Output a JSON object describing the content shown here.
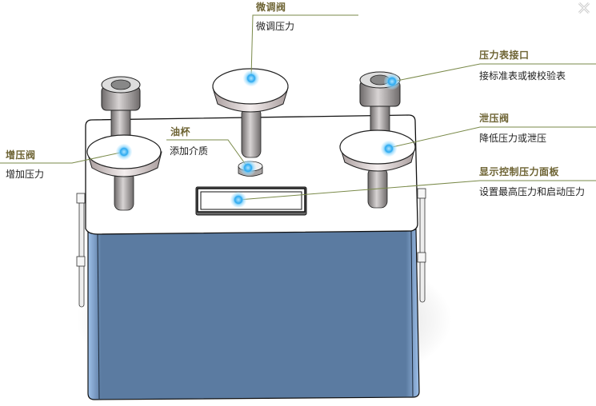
{
  "window": {
    "close_icon": "close-icon"
  },
  "colors": {
    "label_title": "#6e6434",
    "leader_line": "#7a8a4a",
    "hotspot": "#3db4f2",
    "body_blue": "#5a7aa0",
    "top_panel": "#ffffff"
  },
  "callouts": [
    {
      "id": "fine-valve",
      "title": "微调阀",
      "description": "微调压力"
    },
    {
      "id": "gauge-port",
      "title": "压力表接口",
      "description": "接标准表或被校验表"
    },
    {
      "id": "booster-valve",
      "title": "增压阀",
      "description": "增加压力"
    },
    {
      "id": "oil-cup",
      "title": "油杯",
      "description": "添加介质"
    },
    {
      "id": "release-valve",
      "title": "泄压阀",
      "description": "降低压力或泄压"
    },
    {
      "id": "display-panel",
      "title": "显示控制压力面板",
      "description": "设置最高压力和启动压力"
    }
  ]
}
